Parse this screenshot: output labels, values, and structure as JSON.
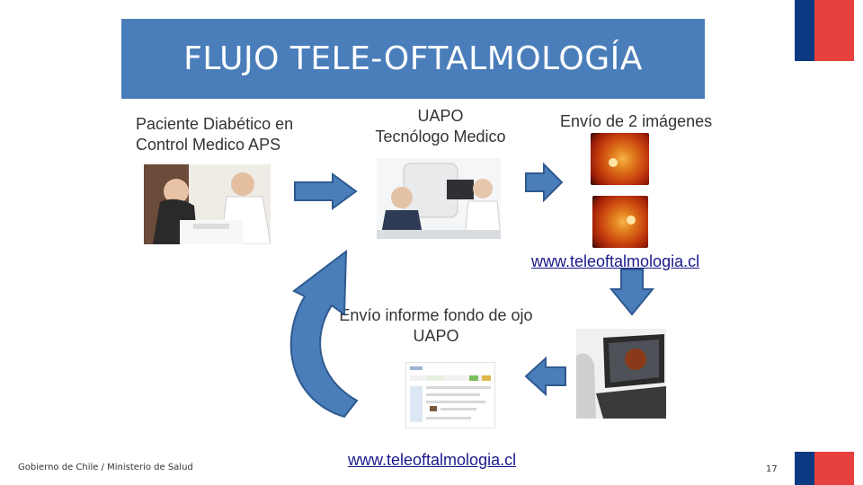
{
  "title": "FLUJO TELE-OFTALMOLOGÍA",
  "steps": {
    "patient_line1": "Paciente Diabético en",
    "patient_line2": "Control Medico APS",
    "uapo_line1": "UAPO",
    "uapo_line2": "Tecnólogo Medico",
    "images_label": "Envío de  2 imágenes",
    "report_line1": "Envío informe fondo de ojo",
    "report_line2": "UAPO"
  },
  "links": {
    "url_top": "www.teleoftalmologia.cl",
    "url_bottom": "www.teleoftalmologia.cl"
  },
  "footer": {
    "ministry": "Gobierno de Chile / Ministerio de Salud",
    "page_number": "17"
  },
  "colors": {
    "banner": "#4a7ebb",
    "arrow_fill": "#4a7ebb",
    "arrow_stroke": "#2f5a8f",
    "flag_blue": "#0b3a82",
    "flag_red": "#e7413d"
  }
}
